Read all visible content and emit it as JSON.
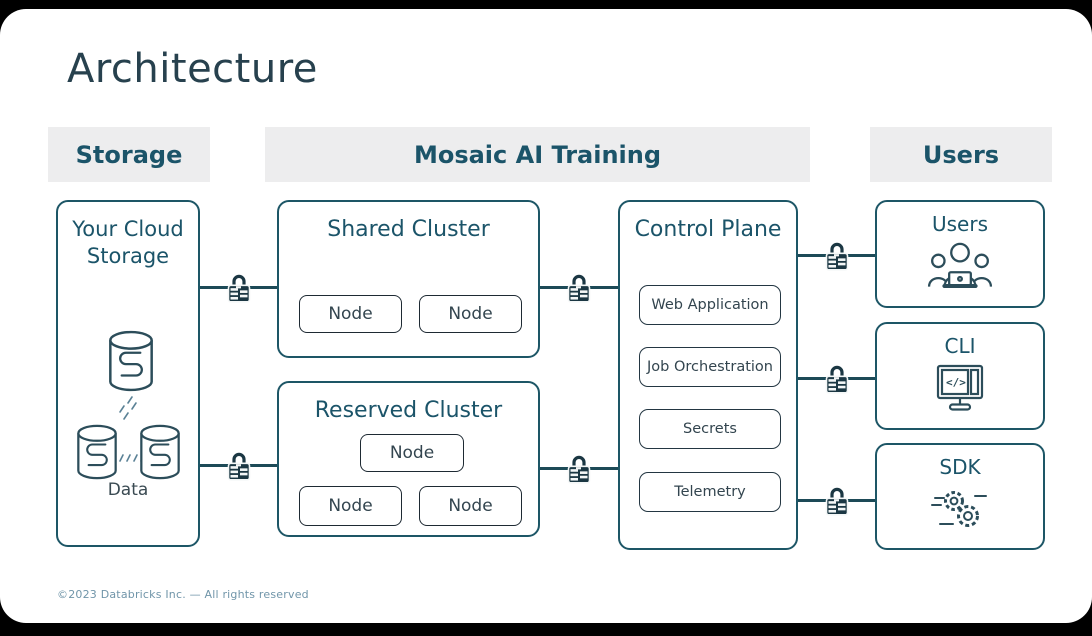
{
  "slide": {
    "title": "Architecture",
    "footer": "©2023 Databricks Inc. — All rights reserved"
  },
  "section_headers": {
    "storage": "Storage",
    "training": "Mosaic AI Training",
    "users": "Users"
  },
  "storage": {
    "title": "Your Cloud Storage",
    "data_label": "Data",
    "icon": "database-cylinder-icon"
  },
  "shared_cluster": {
    "title": "Shared Cluster",
    "nodes": [
      "Node",
      "Node"
    ]
  },
  "reserved_cluster": {
    "title": "Reserved Cluster",
    "nodes": [
      "Node",
      "Node",
      "Node"
    ]
  },
  "control_plane": {
    "title": "Control Plane",
    "services": [
      "Web Application",
      "Job Orchestration",
      "Secrets",
      "Telemetry"
    ]
  },
  "users": {
    "boxes": [
      {
        "title": "Users",
        "icon": "people-laptop-icon"
      },
      {
        "title": "CLI",
        "icon": "code-monitor-icon"
      },
      {
        "title": "SDK",
        "icon": "gears-icon"
      }
    ]
  },
  "connectors": {
    "lock_icon": "lock-icon",
    "count": 7
  },
  "colors": {
    "background": "#000000",
    "slide_bg": "#ffffff",
    "header_bg": "#ededee",
    "teal_border": "#1d5666",
    "teal_text": "#1b5469",
    "dark_text": "#33454f",
    "title_text": "#27414e",
    "connector": "#1d4a57",
    "lock": "#1b3743",
    "icon_stroke": "#2c4d5a",
    "footer_text": "#7095a9"
  }
}
